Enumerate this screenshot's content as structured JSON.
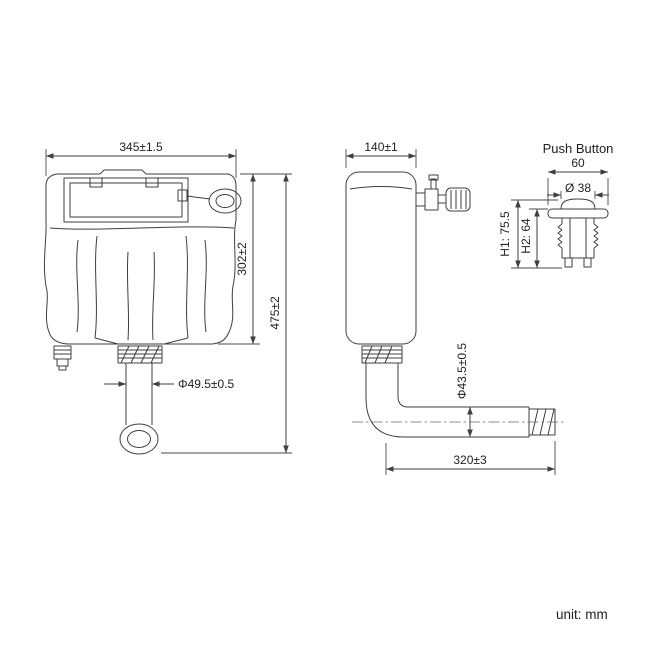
{
  "colors": {
    "line": "#3f3f3f",
    "text": "#1f1f1f",
    "background": "#ffffff"
  },
  "unit_label": "unit: mm",
  "front_view": {
    "width": "345±1.5",
    "tank_height": "302±2",
    "total_height": "475±2",
    "outlet_diameter": "Φ49.5±0.5"
  },
  "side_view": {
    "depth": "140±1",
    "pipe_diameter": "Φ43.5±0.5",
    "pipe_length": "320±3"
  },
  "push_button": {
    "title": "Push Button",
    "flange_width": "60",
    "cap_diameter": "Ø 38",
    "height_h1": "H1: 75.5",
    "height_h2": "H2: 64"
  }
}
